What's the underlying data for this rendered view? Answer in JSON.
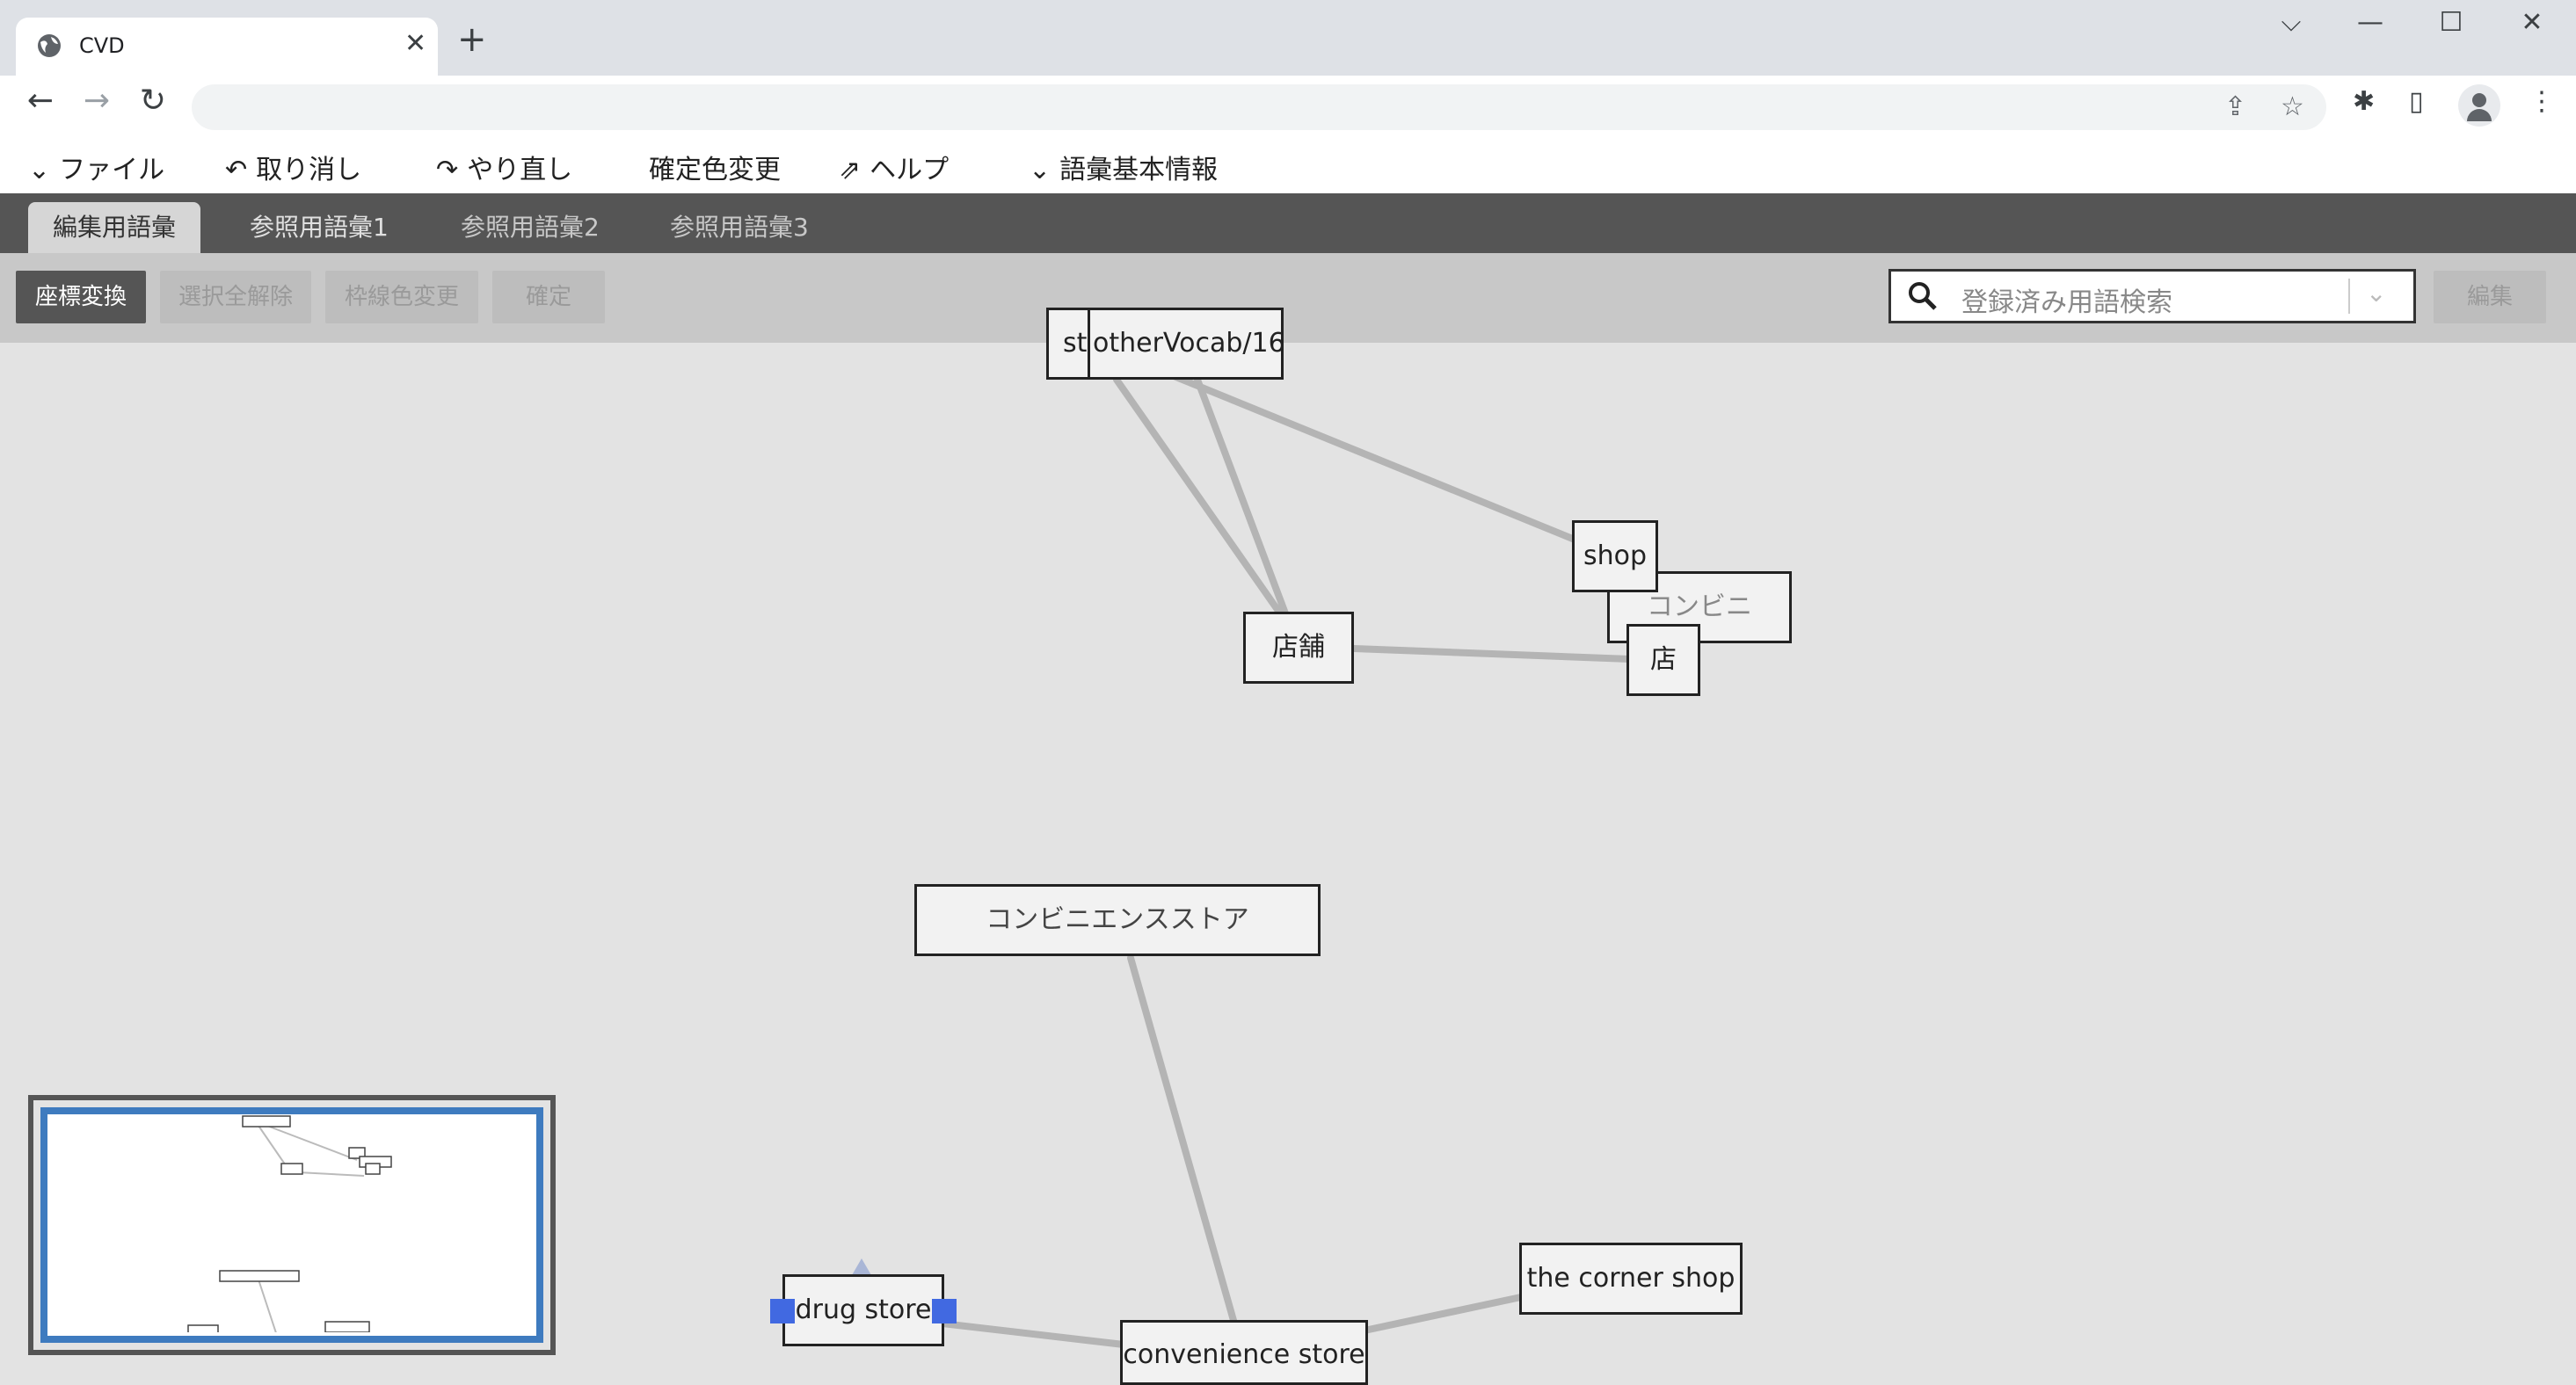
{
  "browser": {
    "tab_title": "CVD",
    "tab_close": "✕",
    "new_tab": "+",
    "win_chevron": "⌵",
    "win_minimize": "—",
    "win_maximize": "☐",
    "win_close": "✕",
    "back": "←",
    "forward": "→",
    "reload": "↻",
    "share_icon": "⇪",
    "star_icon": "☆",
    "puzzle_icon": "✱",
    "sidepanel_icon": "▯",
    "kebab_icon": "⋮"
  },
  "menubar": {
    "file": "ファイル",
    "undo": "取り消し",
    "redo": "やり直し",
    "confirm_color": "確定色変更",
    "help": "ヘルプ",
    "vocab_info": "語彙基本情報",
    "chevron": "⌄",
    "undo_icon": "↶",
    "redo_icon": "↷",
    "external_icon": "⇗"
  },
  "tabs": [
    "編集用語彙",
    "参照用語彙1",
    "参照用語彙2",
    "参照用語彙3"
  ],
  "toolbar": {
    "coord_convert": "座標変換",
    "deselect_all": "選択全解除",
    "border_color": "枠線色変更",
    "confirm": "確定",
    "search_placeholder": "登録済み用語検索",
    "search_dropdown": "⌄",
    "edit": "編集"
  },
  "nodes": {
    "st": "st",
    "other_vocab": "otherVocab/16",
    "shop": "shop",
    "conbini": "コンビニ",
    "mise": "店",
    "tenpo": "店舗",
    "conbini_store": "コンビニエンスストア",
    "drug_store": "drug store",
    "convenience_store": "convenience store",
    "corner_shop": "the corner shop"
  },
  "colors": {
    "tab_bar": "#555555",
    "toolbar": "#c8c8c8",
    "canvas": "#e3e3e3",
    "selection_handle": "#4169e1",
    "minimap_border": "#3e7bbf"
  }
}
